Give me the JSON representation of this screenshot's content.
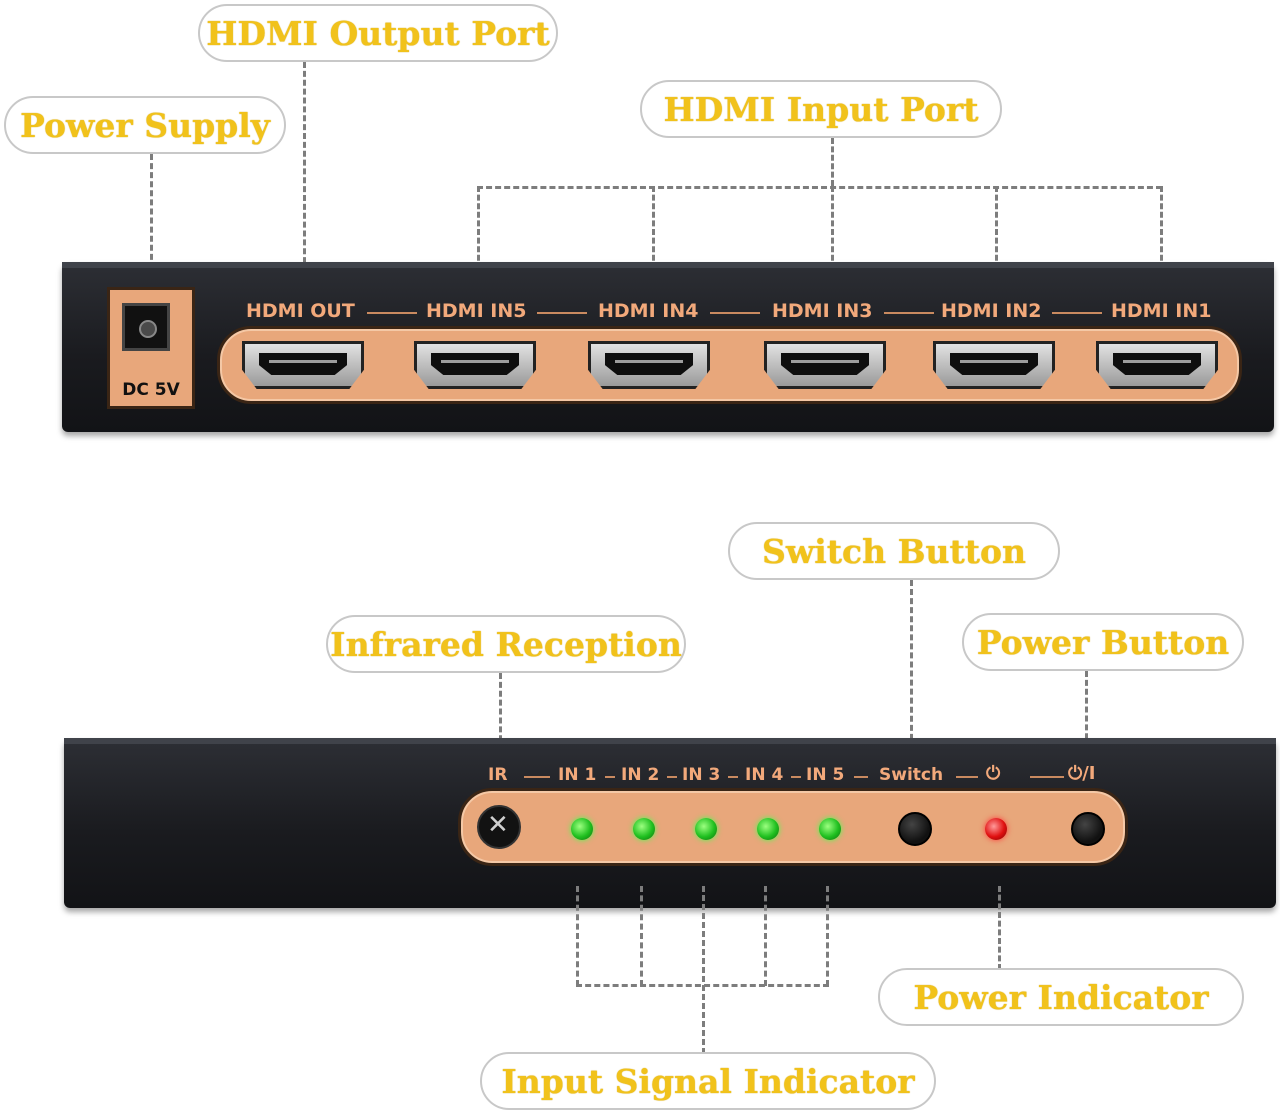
{
  "callouts": {
    "hdmi_output_port": "HDMI Output Port",
    "power_supply": "Power Supply",
    "hdmi_input_port": "HDMI Input Port",
    "switch_button": "Switch Button",
    "infrared_reception": "Infrared Reception",
    "power_button": "Power Button",
    "power_indicator": "Power Indicator",
    "input_signal_indicator": "Input Signal Indicator"
  },
  "rear_panel": {
    "dc_label": "DC 5V",
    "port_labels": [
      "HDMI OUT",
      "HDMI IN5",
      "HDMI IN4",
      "HDMI IN3",
      "HDMI IN2",
      "HDMI IN1"
    ]
  },
  "front_panel": {
    "labels": [
      "IR",
      "IN 1",
      "IN 2",
      "IN 3",
      "IN 4",
      "IN 5",
      "Switch"
    ],
    "power_led_symbol": "⏻",
    "power_button_symbol": "⏻/I",
    "ir_glyph": "✕",
    "indicator_colors": {
      "input_led": "#20c020",
      "power_led": "#e01010"
    }
  },
  "colors": {
    "callout_text": "#f1c21b",
    "panel": "#e8a77b",
    "device": "#1a1b1f"
  }
}
